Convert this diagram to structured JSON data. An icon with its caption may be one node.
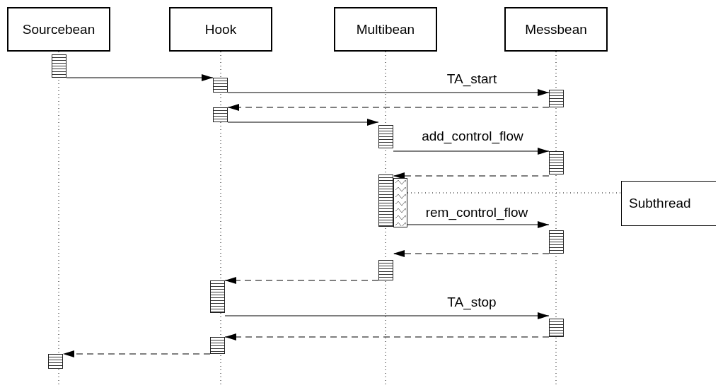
{
  "diagram": {
    "nodes": [
      {
        "text": [
          "Sourcebean"
        ]
      },
      {
        "text": [
          "Hook"
        ]
      },
      {
        "text": [
          "Multibean"
        ]
      },
      {
        "text": [
          "Messbean"
        ]
      },
      {
        "text": [],
        "shape": "bar"
      },
      {
        "text": [],
        "shape": "bar"
      },
      {
        "text": [],
        "shape": "bar"
      },
      {
        "text": [],
        "shape": "bar"
      },
      {
        "text": [],
        "shape": "bar"
      },
      {
        "text": [],
        "shape": "bar"
      },
      {
        "text": [],
        "shape": "bar"
      },
      {
        "text": [],
        "shape": "bar"
      },
      {
        "text": [],
        "shape": "bar"
      },
      {
        "text": [],
        "shape": "bar"
      },
      {
        "text": [],
        "shape": "bar"
      },
      {
        "text": [],
        "shape": "bar"
      },
      {
        "text": [],
        "shape": "bar"
      },
      {
        "text": [],
        "shape": "bar"
      },
      {
        "text": [
          "Subthread"
        ]
      }
    ],
    "edges": [
      {
        "from": 4,
        "to": 5,
        "arrow": "to"
      },
      {
        "from": 5,
        "to": 6,
        "arrow": "to",
        "label": "TA_start"
      },
      {
        "from": 6,
        "to": 7,
        "arrow": "to",
        "style": "dashed"
      },
      {
        "from": 7,
        "to": 8,
        "arrow": "to"
      },
      {
        "from": 8,
        "to": 9,
        "arrow": "to",
        "label": "add_control_flow"
      },
      {
        "from": 9,
        "to": 10,
        "arrow": "to",
        "style": "dashed"
      },
      {
        "from": 11,
        "to": 12,
        "arrow": "to",
        "label": "rem_control_flow"
      },
      {
        "from": 12,
        "to": 13,
        "arrow": "to",
        "style": "dashed"
      },
      {
        "from": 13,
        "to": 14,
        "arrow": "to",
        "style": "dashed"
      },
      {
        "from": 14,
        "to": 15,
        "arrow": "to",
        "label": "TA_stop"
      },
      {
        "from": 15,
        "to": 16,
        "arrow": "to",
        "style": "dashed"
      },
      {
        "from": 16,
        "to": 17,
        "arrow": "to",
        "style": "dashed"
      },
      {
        "from": 11,
        "to": 18,
        "arrow": "none",
        "style": "dashed"
      }
    ]
  }
}
